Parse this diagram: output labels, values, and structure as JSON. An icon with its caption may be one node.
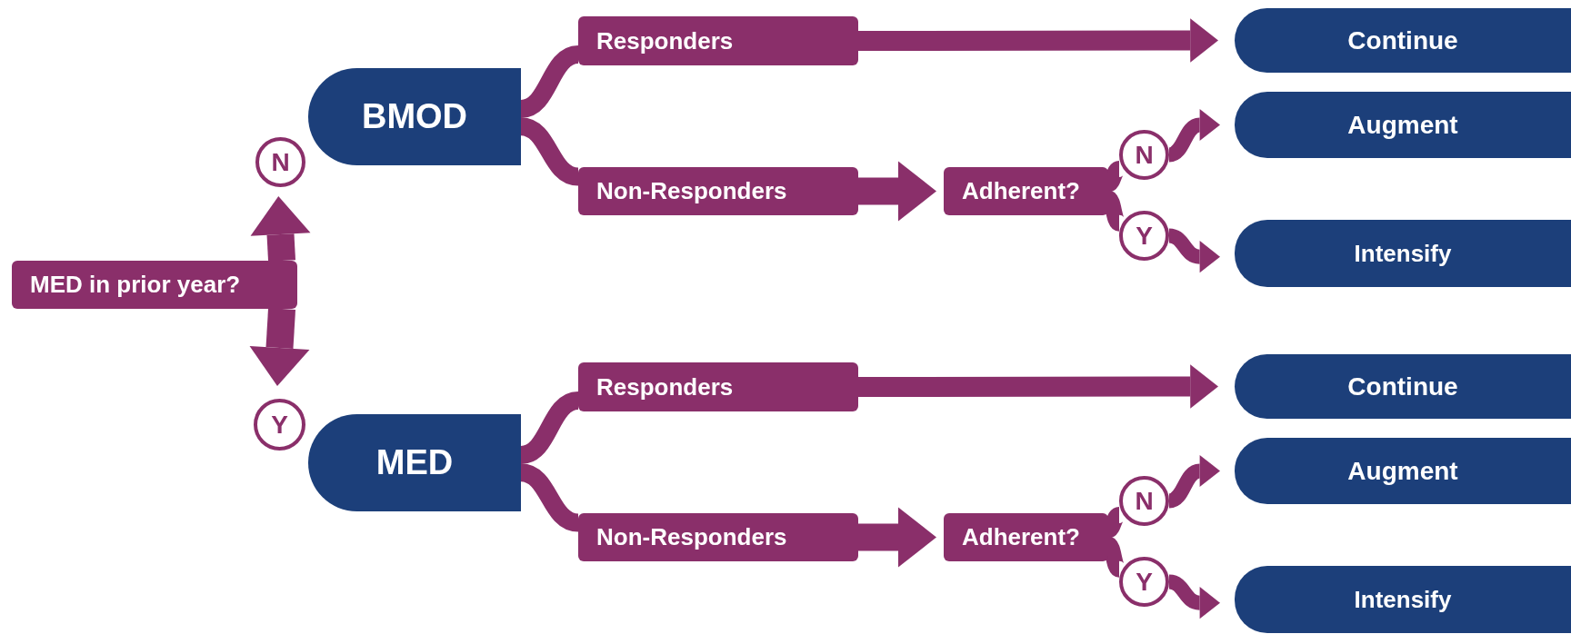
{
  "diagram": {
    "nodes": [
      {
        "text": [
          "MED in prior year?"
        ]
      },
      {
        "text": [
          "N"
        ]
      },
      {
        "text": [
          "Y"
        ]
      },
      {
        "text": [
          "BMOD"
        ]
      },
      {
        "text": [
          "MED"
        ]
      },
      {
        "text": [
          "Responders"
        ]
      },
      {
        "text": [
          "Continue"
        ]
      },
      {
        "text": [
          "Non-Responders"
        ]
      },
      {
        "text": [
          "Adherent?"
        ]
      },
      {
        "text": [
          "N"
        ]
      },
      {
        "text": [
          "Augment"
        ]
      },
      {
        "text": [
          "Y"
        ]
      },
      {
        "text": [
          "Intensify"
        ]
      },
      {
        "text": [
          "Responders"
        ]
      },
      {
        "text": [
          "Continue"
        ]
      },
      {
        "text": [
          "Non-Responders"
        ]
      },
      {
        "text": [
          "Adherent?"
        ]
      },
      {
        "text": [
          "N"
        ]
      },
      {
        "text": [
          "Augment"
        ]
      },
      {
        "text": [
          "Y"
        ]
      },
      {
        "text": [
          "Intensify"
        ]
      }
    ],
    "edges": [
      {
        "from": 0,
        "to": 1,
        "arrow": "to"
      },
      {
        "from": 0,
        "to": 2,
        "arrow": "to"
      },
      {
        "from": 3,
        "to": 5,
        "arrow": "none"
      },
      {
        "from": 3,
        "to": 7,
        "arrow": "none"
      },
      {
        "from": 5,
        "to": 6,
        "arrow": "to"
      },
      {
        "from": 7,
        "to": 8,
        "arrow": "to"
      },
      {
        "from": 8,
        "to": 9,
        "arrow": "none"
      },
      {
        "from": 9,
        "to": 10,
        "arrow": "to"
      },
      {
        "from": 8,
        "to": 11,
        "arrow": "none"
      },
      {
        "from": 11,
        "to": 12,
        "arrow": "to"
      },
      {
        "from": 4,
        "to": 13,
        "arrow": "none"
      },
      {
        "from": 4,
        "to": 15,
        "arrow": "none"
      },
      {
        "from": 13,
        "to": 14,
        "arrow": "to"
      },
      {
        "from": 15,
        "to": 16,
        "arrow": "to"
      },
      {
        "from": 16,
        "to": 17,
        "arrow": "none"
      },
      {
        "from": 17,
        "to": 18,
        "arrow": "to"
      },
      {
        "from": 16,
        "to": 19,
        "arrow": "none"
      },
      {
        "from": 19,
        "to": 20,
        "arrow": "to"
      }
    ]
  }
}
